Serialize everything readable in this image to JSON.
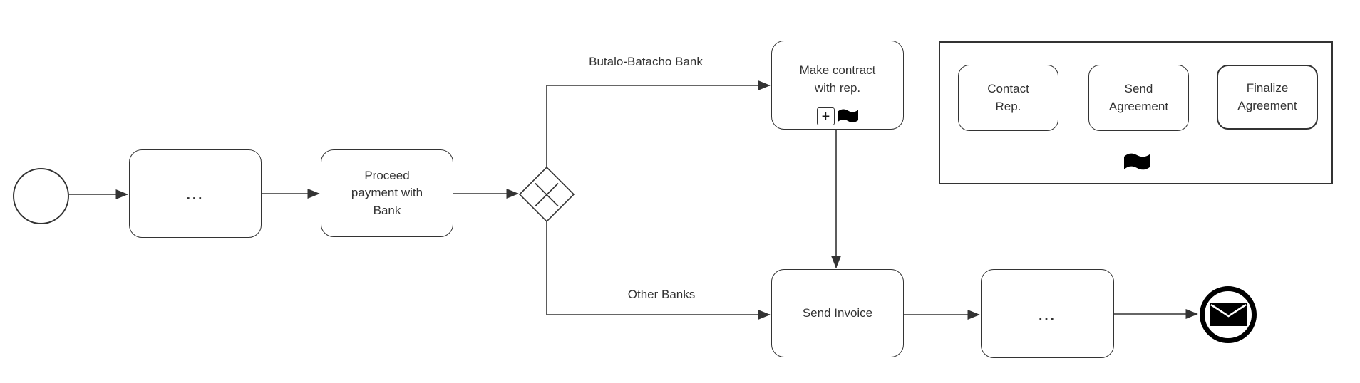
{
  "diagram_colors": {
    "stroke": "#333333",
    "marker_black": "#000000",
    "fill": "#ffffff"
  },
  "nodes": {
    "start_event": {
      "type": "start-event"
    },
    "task_ellipsis_1": {
      "label": "..."
    },
    "task_proceed": {
      "label": "Proceed payment with Bank"
    },
    "gateway": {
      "type": "exclusive-gateway",
      "marker": "X"
    },
    "task_make_contract": {
      "label": "Make contract with rep.",
      "markers": [
        "subprocess-plus",
        "flag"
      ]
    },
    "task_send_invoice": {
      "label": "Send Invoice"
    },
    "task_ellipsis_2": {
      "label": "..."
    },
    "end_event": {
      "type": "message-end-event",
      "icon": "envelope"
    }
  },
  "edge_labels": {
    "upper": "Butalo-Batacho Bank",
    "lower": "Other Banks"
  },
  "subprocess_group": {
    "tasks": [
      {
        "label": "Contact Rep."
      },
      {
        "label": "Send Agreement"
      },
      {
        "label": "Finalize Agreement"
      }
    ],
    "marker": "flag"
  },
  "icons": {
    "subprocess_plus": "+",
    "gateway_marker": "X",
    "flag": "flag-icon",
    "envelope": "envelope-icon"
  }
}
